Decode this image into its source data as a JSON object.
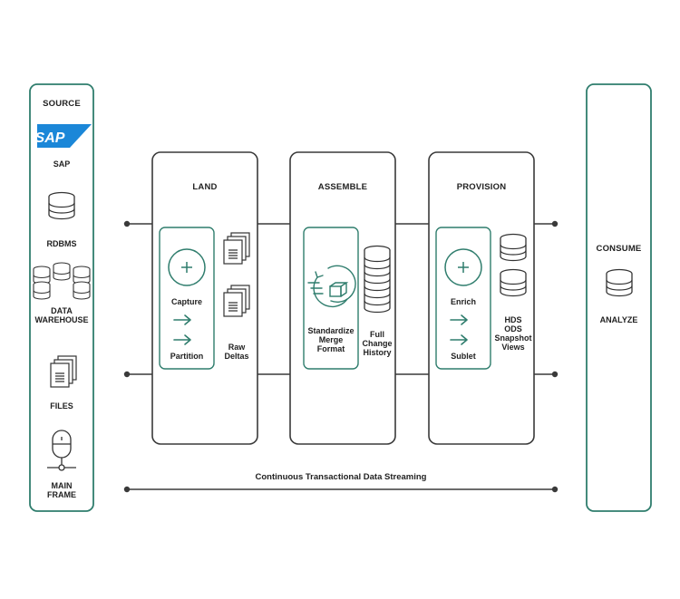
{
  "colors": {
    "teal": "#2f7d6d",
    "dark": "#3a3a3a",
    "sap_blue": "#1b87d8"
  },
  "source": {
    "title": "SOURCE",
    "sap_logo_text": "SAP",
    "items": [
      "SAP",
      "RDBMS",
      "DATA\nWAREHOUSE",
      "FILES",
      "MAIN\nFRAME"
    ]
  },
  "land": {
    "title": "LAND",
    "capture": "Capture",
    "partition": "Partition",
    "raw_deltas": "Raw\nDeltas"
  },
  "assemble": {
    "title": "ASSEMBLE",
    "standardize": "Standardize\nMerge\nFormat",
    "history": "Full\nChange\nHistory"
  },
  "provision": {
    "title": "PROVISION",
    "enrich": "Enrich",
    "sublet": "Sublet",
    "views": "HDS\nODS\nSnapshot\nViews"
  },
  "consume": {
    "title": "CONSUME",
    "analyze": "ANALYZE"
  },
  "streaming": {
    "label": "Continuous Transactional Data Streaming"
  }
}
